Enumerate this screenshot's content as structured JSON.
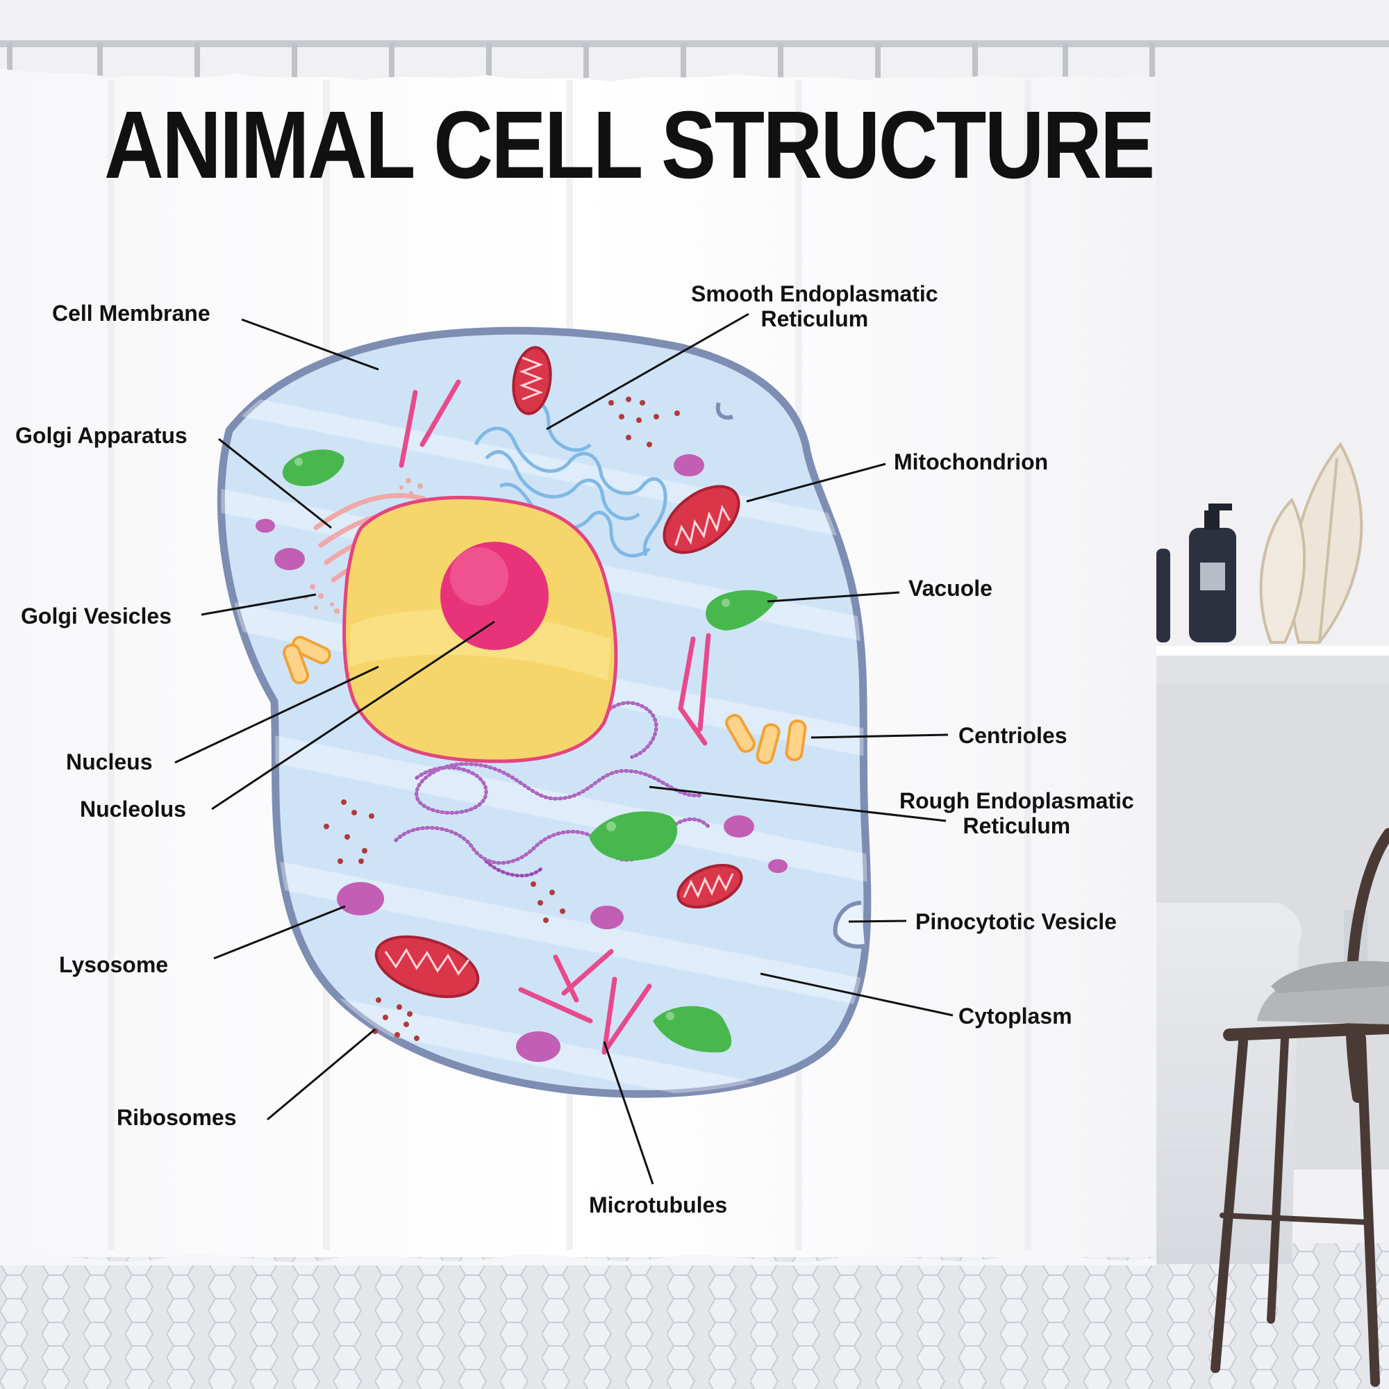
{
  "title": "ANIMAL CELL STRUCTURE",
  "labels": {
    "cell_membrane": "Cell Membrane",
    "golgi_apparatus": "Golgi Apparatus",
    "golgi_vesicles": "Golgi Vesicles",
    "nucleus": "Nucleus",
    "nucleolus": "Nucleolus",
    "lysosome": "Lysosome",
    "ribosomes": "Ribosomes",
    "microtubules": "Microtubules",
    "smooth_er_line1": "Smooth Endoplasmatic",
    "smooth_er_line2": "Reticulum",
    "mitochondrion": "Mitochondrion",
    "vacuole": "Vacuole",
    "centrioles": "Centrioles",
    "rough_er_line1": "Rough Endoplasmatic",
    "rough_er_line2": "Reticulum",
    "pinocytotic_vesicle": "Pinocytotic Vesicle",
    "cytoplasm": "Cytoplasm"
  },
  "colors": {
    "membrane": "#7e8db2",
    "cytoplasm": "#cfe3f7",
    "nucleus": "#f6d66a",
    "nucleus_outline": "#e3457f",
    "nucleolus": "#e8337a",
    "mitochondrion": "#d9364a",
    "vacuole": "#48b84e",
    "lysosome": "#c25eb3",
    "smooth_er": "#7fb8e4",
    "rough_er": "#9b4bb0",
    "microtubules": "#e84a8c",
    "centrioles": "#f2a236",
    "ribosomes": "#b23a3a",
    "golgi": "#f0a8a8"
  }
}
